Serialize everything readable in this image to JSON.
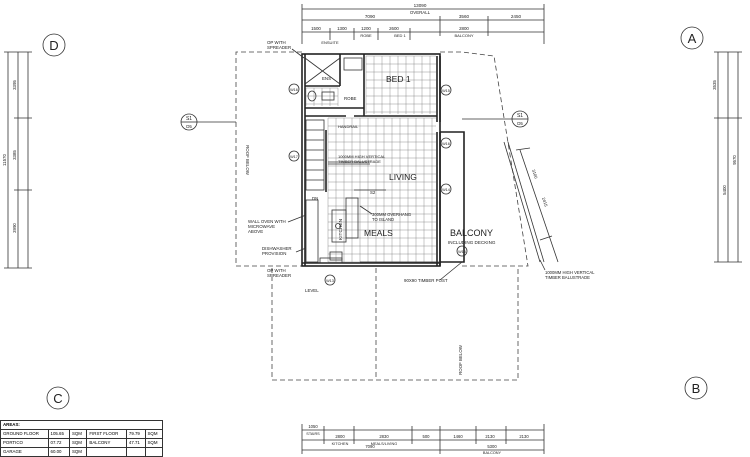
{
  "grid": {
    "A": "A",
    "B": "B",
    "C": "C",
    "D": "D"
  },
  "section_markers": [
    {
      "top": "S1",
      "bottom": "D5"
    },
    {
      "top": "S1",
      "bottom": "D5"
    }
  ],
  "stair_marker": "S2",
  "window_tags": [
    "W16",
    "W17",
    "W13",
    "W14",
    "W15",
    "W16",
    "W15",
    "W18"
  ],
  "rooms": {
    "bed": "BED 1",
    "living": "LIVING",
    "meals": "MEALS",
    "balcony": "BALCONY",
    "balcony_sub": "INCLUDING DECKING",
    "kitchen": "KITCHEN",
    "ensuite": "ENS",
    "robe": "ROBE",
    "down": "DN"
  },
  "notes": {
    "op_spreader_top": [
      "OP WITH",
      "SPREADER"
    ],
    "op_spreader_bottom": [
      "OP WITH",
      "SPREADER"
    ],
    "wall_oven": [
      "WALL OVEN WITH",
      "MICROWAVE",
      "ABOVE"
    ],
    "dishwasher": [
      "DISHWASHER",
      "PROVISION"
    ],
    "baluster_internal": [
      "1000MM HIGH VERTICAL",
      "TIMBER BALUSTRADE"
    ],
    "baluster_external": [
      "1000MM HIGH VERTICAL",
      "TIMBER BALUSTRADE"
    ],
    "handrail": "HANDRAIL",
    "overhang": [
      "300MM OVERHANG",
      "TO ISLAND"
    ],
    "timber_post": "90X90 TIMBER POST",
    "roof_below_left": "ROOF BELOW",
    "roof_below_right": "ROOF BELOW",
    "lower_level": "LEVEL"
  },
  "dims": {
    "overall_total": "13090",
    "overall_label": "OVERALL",
    "top_a": "7090",
    "top_b": "3560",
    "top_c": "2450",
    "sub": [
      "1500",
      "1300",
      "1200",
      "2600",
      "2800"
    ],
    "sub_labels": [
      "ENSUITE",
      "ROBE",
      "BED 1",
      "BALCONY"
    ],
    "left_total": "11570",
    "left_a": "3395",
    "left_b": "3385",
    "left_c": "3990",
    "right_total": "9570",
    "right_a": "3535",
    "right_b": "5400",
    "bal_a": "3100",
    "bal_b": "2415",
    "bottom": [
      "1050",
      "2800",
      "2830",
      "500",
      "1460",
      "2130",
      "2130"
    ],
    "bottom_labels": [
      "STAIRS",
      "KITCHEN",
      "MEALS/LIVING",
      "BALCONY"
    ],
    "bottom_totals": [
      "7090",
      "5300"
    ]
  },
  "areas": {
    "header": "AREAS:",
    "rows": [
      [
        "GROUND FLOOR",
        "105.65",
        "SQM",
        "FIRST FLOOR",
        "79.79",
        "SQM"
      ],
      [
        "PORTICO",
        "07.72",
        "SQM",
        "BALCONY",
        "47.71",
        "SQM"
      ],
      [
        "GARAGE",
        "60.00",
        "SQM",
        "",
        "",
        ""
      ]
    ]
  }
}
